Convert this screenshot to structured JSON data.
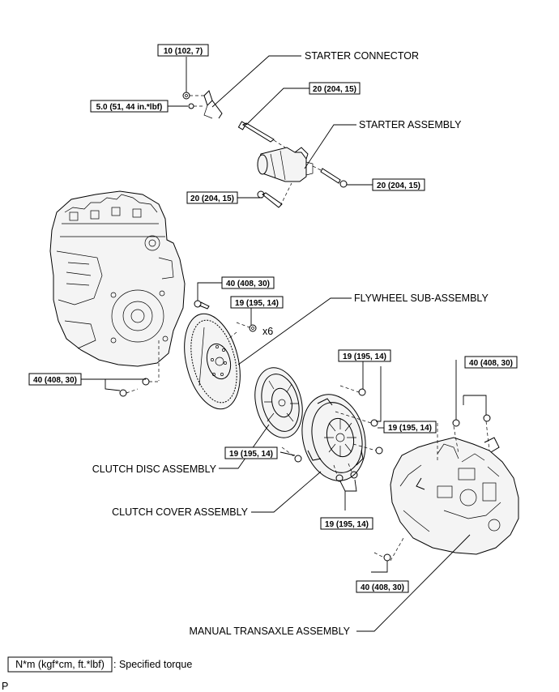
{
  "labels": {
    "starter_connector": "STARTER CONNECTOR",
    "starter_assembly": "STARTER ASSEMBLY",
    "flywheel": "FLYWHEEL SUB-ASSEMBLY",
    "clutch_disc": "CLUTCH DISC ASSEMBLY",
    "clutch_cover": "CLUTCH COVER ASSEMBLY",
    "manual_transaxle": "MANUAL TRANSAXLE ASSEMBLY"
  },
  "torques": {
    "t1": "10 (102, 7)",
    "t2": "5.0 (51, 44 in.*lbf)",
    "t3": "20 (204, 15)",
    "t4": "20 (204, 15)",
    "t5": "20 (204, 15)",
    "t6": "40 (408, 30)",
    "t7": "19 (195, 14)",
    "t8": "40 (408, 30)",
    "t9": "19 (195, 14)",
    "t10": "40 (408, 30)",
    "t11": "19 (195, 14)",
    "t12": "19 (195, 14)",
    "t13": "19 (195, 14)",
    "t14": "40 (408, 30)"
  },
  "quantity": "x6",
  "legend": {
    "unit": "N*m (kgf*cm, ft.*lbf)",
    "text": ": Specified torque"
  },
  "corner_code": "P"
}
